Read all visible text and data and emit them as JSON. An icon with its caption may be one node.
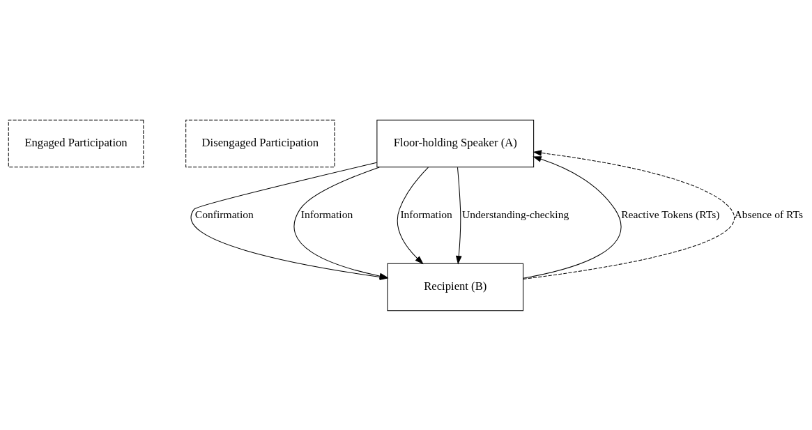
{
  "diagram": {
    "nodes": [
      {
        "text": [
          "Engaged Participation"
        ]
      },
      {
        "text": [
          "Disengaged Participation"
        ]
      },
      {
        "text": [
          "Floor-holding Speaker (A)"
        ]
      },
      {
        "text": [
          "Recipient (B)"
        ]
      }
    ],
    "edges": [
      {
        "from": 2,
        "to": 3,
        "arrow": "to",
        "label": "Confirmation"
      },
      {
        "from": 3,
        "to": 2,
        "arrow": "to",
        "label": "Reactive Tokens (RTs)"
      },
      {
        "from": 2,
        "to": 3,
        "arrow": "to",
        "label": "Information"
      },
      {
        "from": 2,
        "to": 3,
        "arrow": "to",
        "label": "Information"
      },
      {
        "from": 3,
        "to": 2,
        "arrow": "to",
        "label": "Absence of RTs",
        "style": "dashed"
      },
      {
        "from": 2,
        "to": 3,
        "arrow": "to",
        "label": "Understanding-checking"
      }
    ]
  }
}
